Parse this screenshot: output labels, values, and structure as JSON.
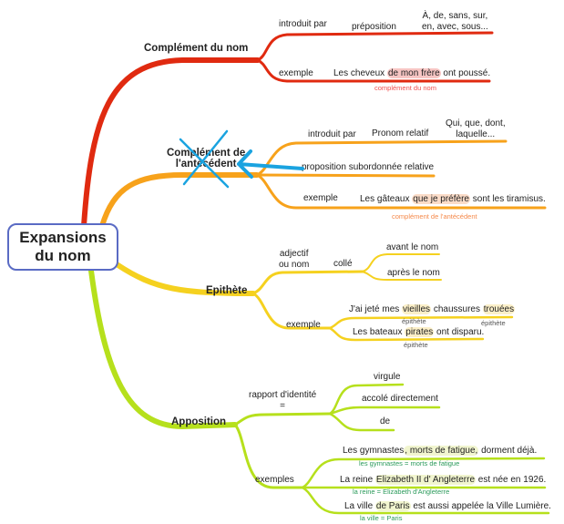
{
  "colors": {
    "red": "#e02a10",
    "orange": "#f7a21b",
    "yellow": "#f5d11f",
    "green": "#b6e01c",
    "center_border": "#5a6bc4",
    "annotation": "#1aa3e0"
  },
  "center": {
    "title_line1": "Expansions",
    "title_line2": "du nom"
  },
  "cdn": {
    "title": "Complément du nom",
    "introduit_par": "introduit par",
    "preposition": "préposition",
    "prep_list_1": "À, de, sans, sur,",
    "prep_list_2": "en, avec, sous...",
    "exemple": "exemple",
    "ex_pre": "Les cheveux ",
    "ex_hl": "de mon frère",
    "ex_post": " ont poussé.",
    "ex_note": "complément du nom"
  },
  "cda": {
    "title_1": "Complément de",
    "title_2": "l'antécédent",
    "introduit_par": "introduit par",
    "pronom": "Pronom relatif",
    "pron_list_1": "Qui, que, dont,",
    "pron_list_2": "laquelle...",
    "proposition": "proposition subordonnée relative",
    "exemple": "exemple",
    "ex_pre": "Les gâteaux ",
    "ex_hl": "que je préfère",
    "ex_post": " sont les tiramisus.",
    "ex_note": "complément de l'antécédent"
  },
  "epi": {
    "title": "Epithète",
    "adj_1": "adjectif",
    "adj_2": "ou nom",
    "colle": "collé",
    "avant": "avant le nom",
    "apres": "après le nom",
    "exemple": "exemple",
    "ex1_a": "J'ai jeté mes ",
    "ex1_hl1": "vieilles",
    "ex1_b": " chaussures ",
    "ex1_hl2": "trouées",
    "ex2_a": "Les bateaux ",
    "ex2_hl": "pirates",
    "ex2_b": " ont disparu.",
    "note": "épithète"
  },
  "app": {
    "title": "Apposition",
    "rapport_1": "rapport d'identité",
    "rapport_2": "=",
    "virgule": "virgule",
    "accole": "accolé directement",
    "de": "de",
    "exemples": "exemples",
    "ex1_a": "Les gymnastes",
    "ex1_hl": ", morts de fatigue,",
    "ex1_b": " dorment déjà.",
    "ex1_note": "les gymnastes = morts de fatigue",
    "ex2_a": "La reine ",
    "ex2_hl": "Elizabeth II d' Angleterre",
    "ex2_b": " est née en 1926.",
    "ex2_note": "la reine = Elizabeth d'Angleterre",
    "ex3_a": "La ville ",
    "ex3_hl": "de Paris",
    "ex3_b": " est aussi appelée la Ville Lumière.",
    "ex3_note": "la ville = Paris"
  }
}
